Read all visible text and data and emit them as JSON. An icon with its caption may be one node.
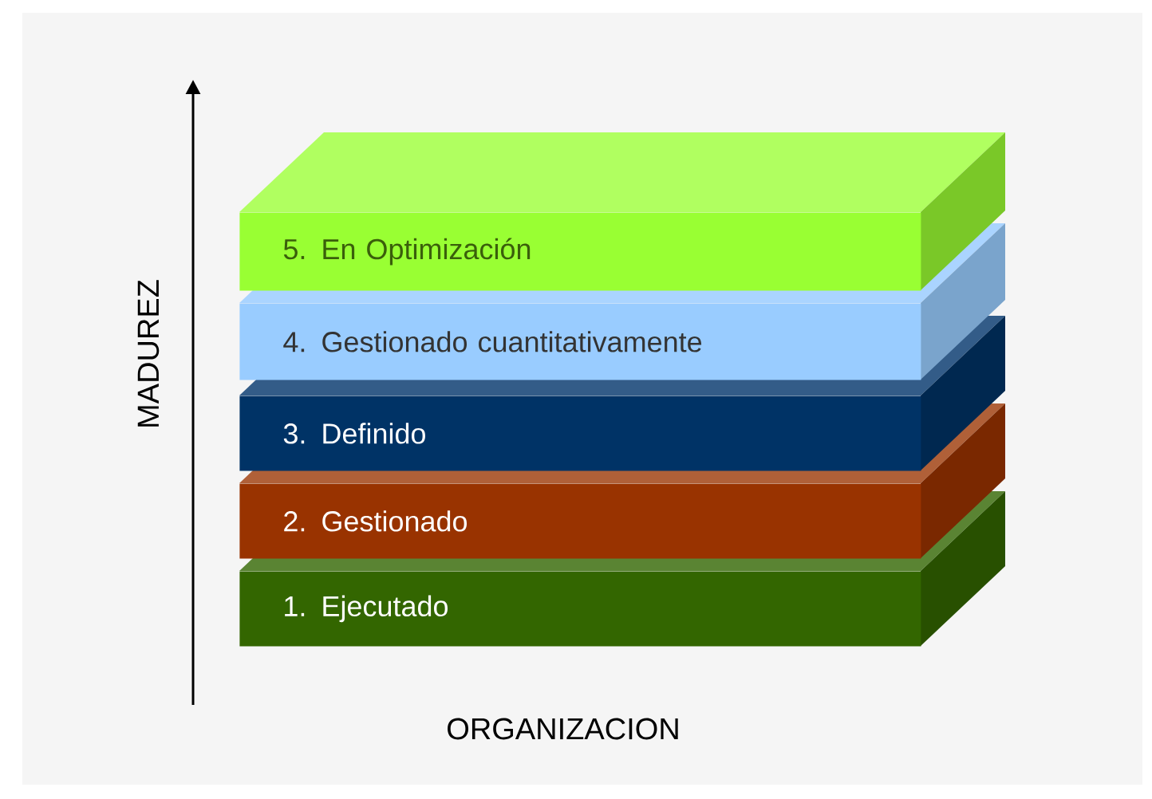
{
  "diagram": {
    "nodes": [
      {
        "text": [
          "5. En Optimización"
        ]
      },
      {
        "text": [
          "4. Gestionado cuantitativamente"
        ]
      },
      {
        "text": [
          "3. Definido"
        ]
      },
      {
        "text": [
          "2. Gestionado"
        ]
      },
      {
        "text": [
          "1. Ejecutado"
        ]
      }
    ],
    "labels": [
      "MADUREZ",
      "ORGANIZACION"
    ]
  }
}
